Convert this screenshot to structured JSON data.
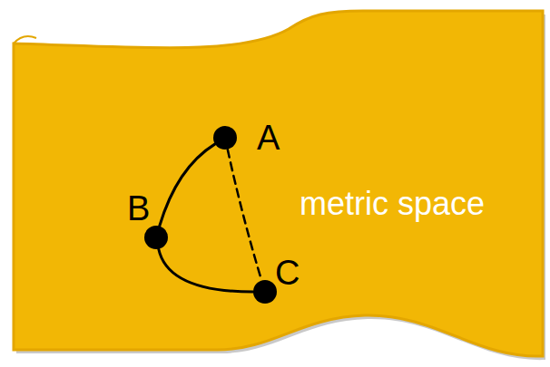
{
  "diagram": {
    "nodes": [
      {
        "text": [
          "metric space"
        ]
      },
      {
        "text": [
          "A"
        ],
        "in": 0
      },
      {
        "text": [
          "B"
        ],
        "in": 0
      },
      {
        "text": [
          "C"
        ],
        "in": 0
      }
    ],
    "edges": [
      {
        "from": 1,
        "to": 2,
        "arrow": "none"
      },
      {
        "from": 2,
        "to": 3,
        "arrow": "none"
      },
      {
        "from": 1,
        "to": 3,
        "arrow": "none"
      }
    ]
  }
}
